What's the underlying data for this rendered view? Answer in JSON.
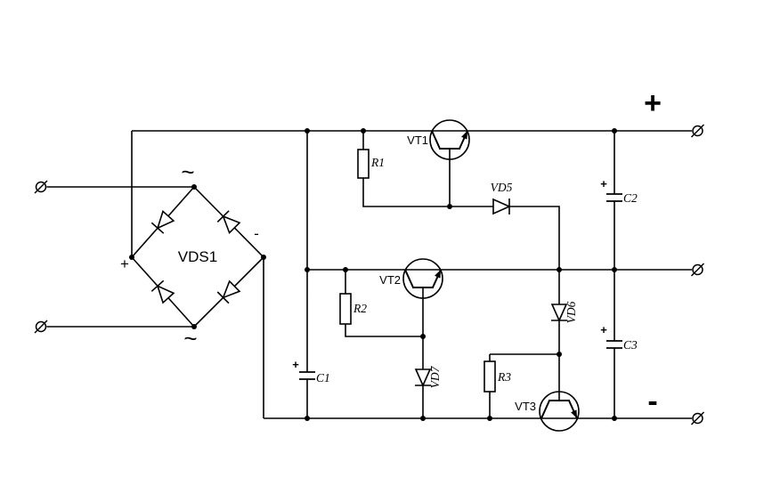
{
  "schematic": {
    "bridge": {
      "label": "VDS1",
      "ac_top": "~",
      "ac_bottom": "~",
      "plus": "+",
      "minus": "-"
    },
    "transistors": [
      {
        "label": "VT1"
      },
      {
        "label": "VT2"
      },
      {
        "label": "VT3"
      }
    ],
    "resistors": [
      {
        "label": "R1"
      },
      {
        "label": "R2"
      },
      {
        "label": "R3"
      }
    ],
    "capacitors": [
      {
        "label": "C1",
        "polarity": "+"
      },
      {
        "label": "C2",
        "polarity": "+"
      },
      {
        "label": "C3",
        "polarity": "+"
      }
    ],
    "diodes": [
      {
        "label": "VD5"
      },
      {
        "label": "VD6"
      },
      {
        "label": "VD7"
      }
    ],
    "outputs": {
      "plus": "+",
      "minus": "-"
    },
    "colors": {
      "wire": "#000000",
      "polarity": "#a00000",
      "background": "#ffffff"
    }
  }
}
